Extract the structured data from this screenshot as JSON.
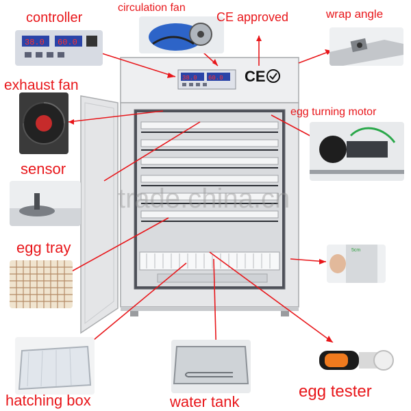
{
  "labels": {
    "controller": "controller",
    "circulation_fan": "circulation fan",
    "ce_approved": "CE approved",
    "wrap_angle": "wrap angle",
    "exhaust_fan": "exhaust fan",
    "egg_turning_motor": "egg turning motor",
    "sensor": "sensor",
    "egg_tray": "egg tray",
    "hatching_box": "hatching box",
    "water_tank": "water tank",
    "egg_tester": "egg tester"
  },
  "ce_mark": "CE",
  "watermark": "trade.china.cn",
  "colors": {
    "label_red": "#e8161a",
    "cabinet": "#e6e7e9",
    "display_blue": "#2a44a8",
    "digits_red": "#ff3030"
  },
  "icons": [
    "controller-icon",
    "circulation-fan-icon",
    "wrap-angle-icon",
    "exhaust-fan-icon",
    "egg-turning-motor-icon",
    "sensor-icon",
    "egg-tray-icon",
    "hatching-box-icon",
    "water-tank-icon",
    "egg-tester-icon",
    "ce-mark-icon"
  ]
}
